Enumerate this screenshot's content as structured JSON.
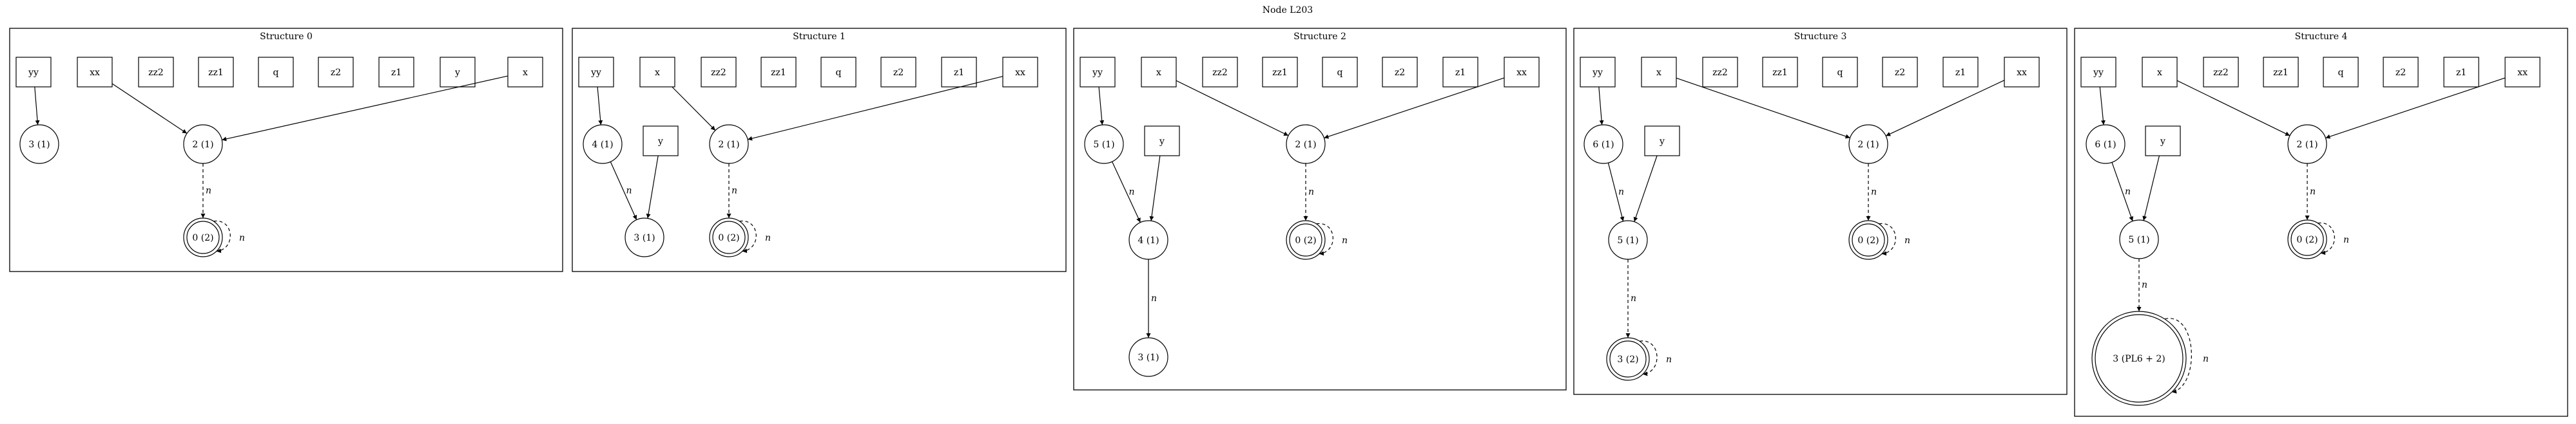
{
  "title": "Node L203",
  "structures": [
    {
      "label": "Structure 0",
      "vars": [
        "yy",
        "xx",
        "zz2",
        "zz1",
        "q",
        "z2",
        "z1",
        "y",
        "x"
      ],
      "nodes": [
        {
          "id": "n3",
          "label": "3 (1)",
          "kind": "circle"
        },
        {
          "id": "n2",
          "label": "2 (1)",
          "kind": "circle"
        },
        {
          "id": "n0",
          "label": "0 (2)",
          "kind": "double"
        }
      ],
      "edges": [
        {
          "from": "var:yy",
          "to": "n3",
          "style": "solid"
        },
        {
          "from": "var:xx",
          "to": "n2",
          "style": "solid"
        },
        {
          "from": "var:x",
          "to": "n2",
          "style": "solid"
        },
        {
          "from": "n2",
          "to": "n0",
          "style": "dashed",
          "label": "n"
        },
        {
          "from": "n0",
          "to": "n0",
          "style": "dashed",
          "label": "n"
        }
      ]
    },
    {
      "label": "Structure 1",
      "vars": [
        "yy",
        "x",
        "zz2",
        "zz1",
        "q",
        "z2",
        "z1",
        "xx",
        "y"
      ],
      "nodes": [
        {
          "id": "n4",
          "label": "4 (1)",
          "kind": "circle"
        },
        {
          "id": "n2",
          "label": "2 (1)",
          "kind": "circle"
        },
        {
          "id": "n3",
          "label": "3 (1)",
          "kind": "circle"
        },
        {
          "id": "n0",
          "label": "0 (2)",
          "kind": "double"
        }
      ],
      "edges": [
        {
          "from": "var:yy",
          "to": "n4",
          "style": "solid"
        },
        {
          "from": "var:x",
          "to": "n2",
          "style": "solid"
        },
        {
          "from": "var:xx",
          "to": "n2",
          "style": "solid"
        },
        {
          "from": "n4",
          "to": "n3",
          "style": "solid",
          "label": "n"
        },
        {
          "from": "var:y",
          "to": "n3",
          "style": "solid"
        },
        {
          "from": "n2",
          "to": "n0",
          "style": "dashed",
          "label": "n"
        },
        {
          "from": "n0",
          "to": "n0",
          "style": "dashed",
          "label": "n"
        }
      ]
    },
    {
      "label": "Structure 2",
      "vars": [
        "yy",
        "x",
        "zz2",
        "zz1",
        "q",
        "z2",
        "z1",
        "xx",
        "y"
      ],
      "nodes": [
        {
          "id": "n5",
          "label": "5 (1)",
          "kind": "circle"
        },
        {
          "id": "n2",
          "label": "2 (1)",
          "kind": "circle"
        },
        {
          "id": "n4",
          "label": "4 (1)",
          "kind": "circle"
        },
        {
          "id": "n0",
          "label": "0 (2)",
          "kind": "double"
        },
        {
          "id": "n3",
          "label": "3 (1)",
          "kind": "circle"
        }
      ],
      "edges": [
        {
          "from": "var:yy",
          "to": "n5",
          "style": "solid"
        },
        {
          "from": "var:x",
          "to": "n2",
          "style": "solid"
        },
        {
          "from": "var:xx",
          "to": "n2",
          "style": "solid"
        },
        {
          "from": "n5",
          "to": "n4",
          "style": "solid",
          "label": "n"
        },
        {
          "from": "var:y",
          "to": "n4",
          "style": "solid"
        },
        {
          "from": "n2",
          "to": "n0",
          "style": "dashed",
          "label": "n"
        },
        {
          "from": "n0",
          "to": "n0",
          "style": "dashed",
          "label": "n"
        },
        {
          "from": "n4",
          "to": "n3",
          "style": "solid",
          "label": "n"
        }
      ]
    },
    {
      "label": "Structure 3",
      "vars": [
        "yy",
        "x",
        "zz2",
        "zz1",
        "q",
        "z2",
        "z1",
        "xx",
        "y"
      ],
      "nodes": [
        {
          "id": "n6",
          "label": "6 (1)",
          "kind": "circle"
        },
        {
          "id": "n2",
          "label": "2 (1)",
          "kind": "circle"
        },
        {
          "id": "n5",
          "label": "5 (1)",
          "kind": "circle"
        },
        {
          "id": "n0",
          "label": "0 (2)",
          "kind": "double"
        },
        {
          "id": "n3",
          "label": "3 (2)",
          "kind": "double"
        }
      ],
      "edges": [
        {
          "from": "var:yy",
          "to": "n6",
          "style": "solid"
        },
        {
          "from": "var:x",
          "to": "n2",
          "style": "solid"
        },
        {
          "from": "var:xx",
          "to": "n2",
          "style": "solid"
        },
        {
          "from": "n6",
          "to": "n5",
          "style": "solid",
          "label": "n"
        },
        {
          "from": "var:y",
          "to": "n5",
          "style": "solid"
        },
        {
          "from": "n2",
          "to": "n0",
          "style": "dashed",
          "label": "n"
        },
        {
          "from": "n0",
          "to": "n0",
          "style": "dashed",
          "label": "n"
        },
        {
          "from": "n5",
          "to": "n3",
          "style": "dashed",
          "label": "n"
        },
        {
          "from": "n3",
          "to": "n3",
          "style": "dashed",
          "label": "n"
        }
      ]
    },
    {
      "label": "Structure 4",
      "vars": [
        "yy",
        "x",
        "zz2",
        "zz1",
        "q",
        "z2",
        "z1",
        "xx",
        "y"
      ],
      "nodes": [
        {
          "id": "n6",
          "label": "6 (1)",
          "kind": "circle"
        },
        {
          "id": "n2",
          "label": "2 (1)",
          "kind": "circle"
        },
        {
          "id": "n5",
          "label": "5 (1)",
          "kind": "circle"
        },
        {
          "id": "n0",
          "label": "0 (2)",
          "kind": "double"
        },
        {
          "id": "n3",
          "label": "3 (PL6 + 2)",
          "kind": "double"
        }
      ],
      "edges": [
        {
          "from": "var:yy",
          "to": "n6",
          "style": "solid"
        },
        {
          "from": "var:x",
          "to": "n2",
          "style": "solid"
        },
        {
          "from": "var:xx",
          "to": "n2",
          "style": "solid"
        },
        {
          "from": "n6",
          "to": "n5",
          "style": "solid",
          "label": "n"
        },
        {
          "from": "var:y",
          "to": "n5",
          "style": "solid"
        },
        {
          "from": "n2",
          "to": "n0",
          "style": "dashed",
          "label": "n"
        },
        {
          "from": "n0",
          "to": "n0",
          "style": "dashed",
          "label": "n"
        },
        {
          "from": "n5",
          "to": "n3",
          "style": "dashed",
          "label": "n"
        },
        {
          "from": "n3",
          "to": "n3",
          "style": "dashed",
          "label": "n"
        }
      ]
    }
  ]
}
